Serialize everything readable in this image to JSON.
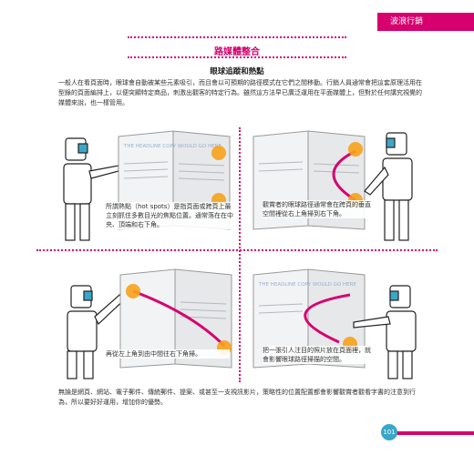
{
  "header": {
    "tab_label": "波浪行銷"
  },
  "section": {
    "title": "路媒體整合"
  },
  "article": {
    "subtitle": "眼球追蹤和熱點",
    "intro": "一般人在看頁面時，眼球會自動被某些元素吸引，而且會以可預期的路徑模式在它們之間移動。行銷人員通常會把這套原理活用在型錄的頁面編排上，以便突顯特定商品，刺激出觀客的特定行為。雖然這方法早已廣泛運用在平面媒體上，但對於任何講究視覺的媒體來說，也一樣管用。"
  },
  "panels": [
    {
      "caption": "所謂熱點（hot spots）是指頁面或跨頁上最立刻抓住多數目光的焦點位置。通常落在在中央、頂端和右下角。"
    },
    {
      "caption": "觀賞者的眼球路徑通常會在跨頁的垂直空間裡從右上角掃到右下角。"
    },
    {
      "caption": "再從左上角到由中間往右下角掃。"
    },
    {
      "caption": "把一張引人注目的照片放在頁面裡，就會影響眼球路徑掃描的空間。"
    }
  ],
  "magazine": {
    "headline": "THE HEADLINE COPY WOULD GO HERE"
  },
  "footer": {
    "text": "無論是網頁、網站、電子郵件、傳統郵件、提案、或甚至一支視訊影片，策略性的位置配置都會影響觀賞者觀看字書的注意到行為，所以要好好運用，增加你的優勢。",
    "page_number": "101"
  },
  "colors": {
    "accent": "#d6006e",
    "hotspot": "#f7a21a",
    "page_badge": "#3aa7c8"
  }
}
